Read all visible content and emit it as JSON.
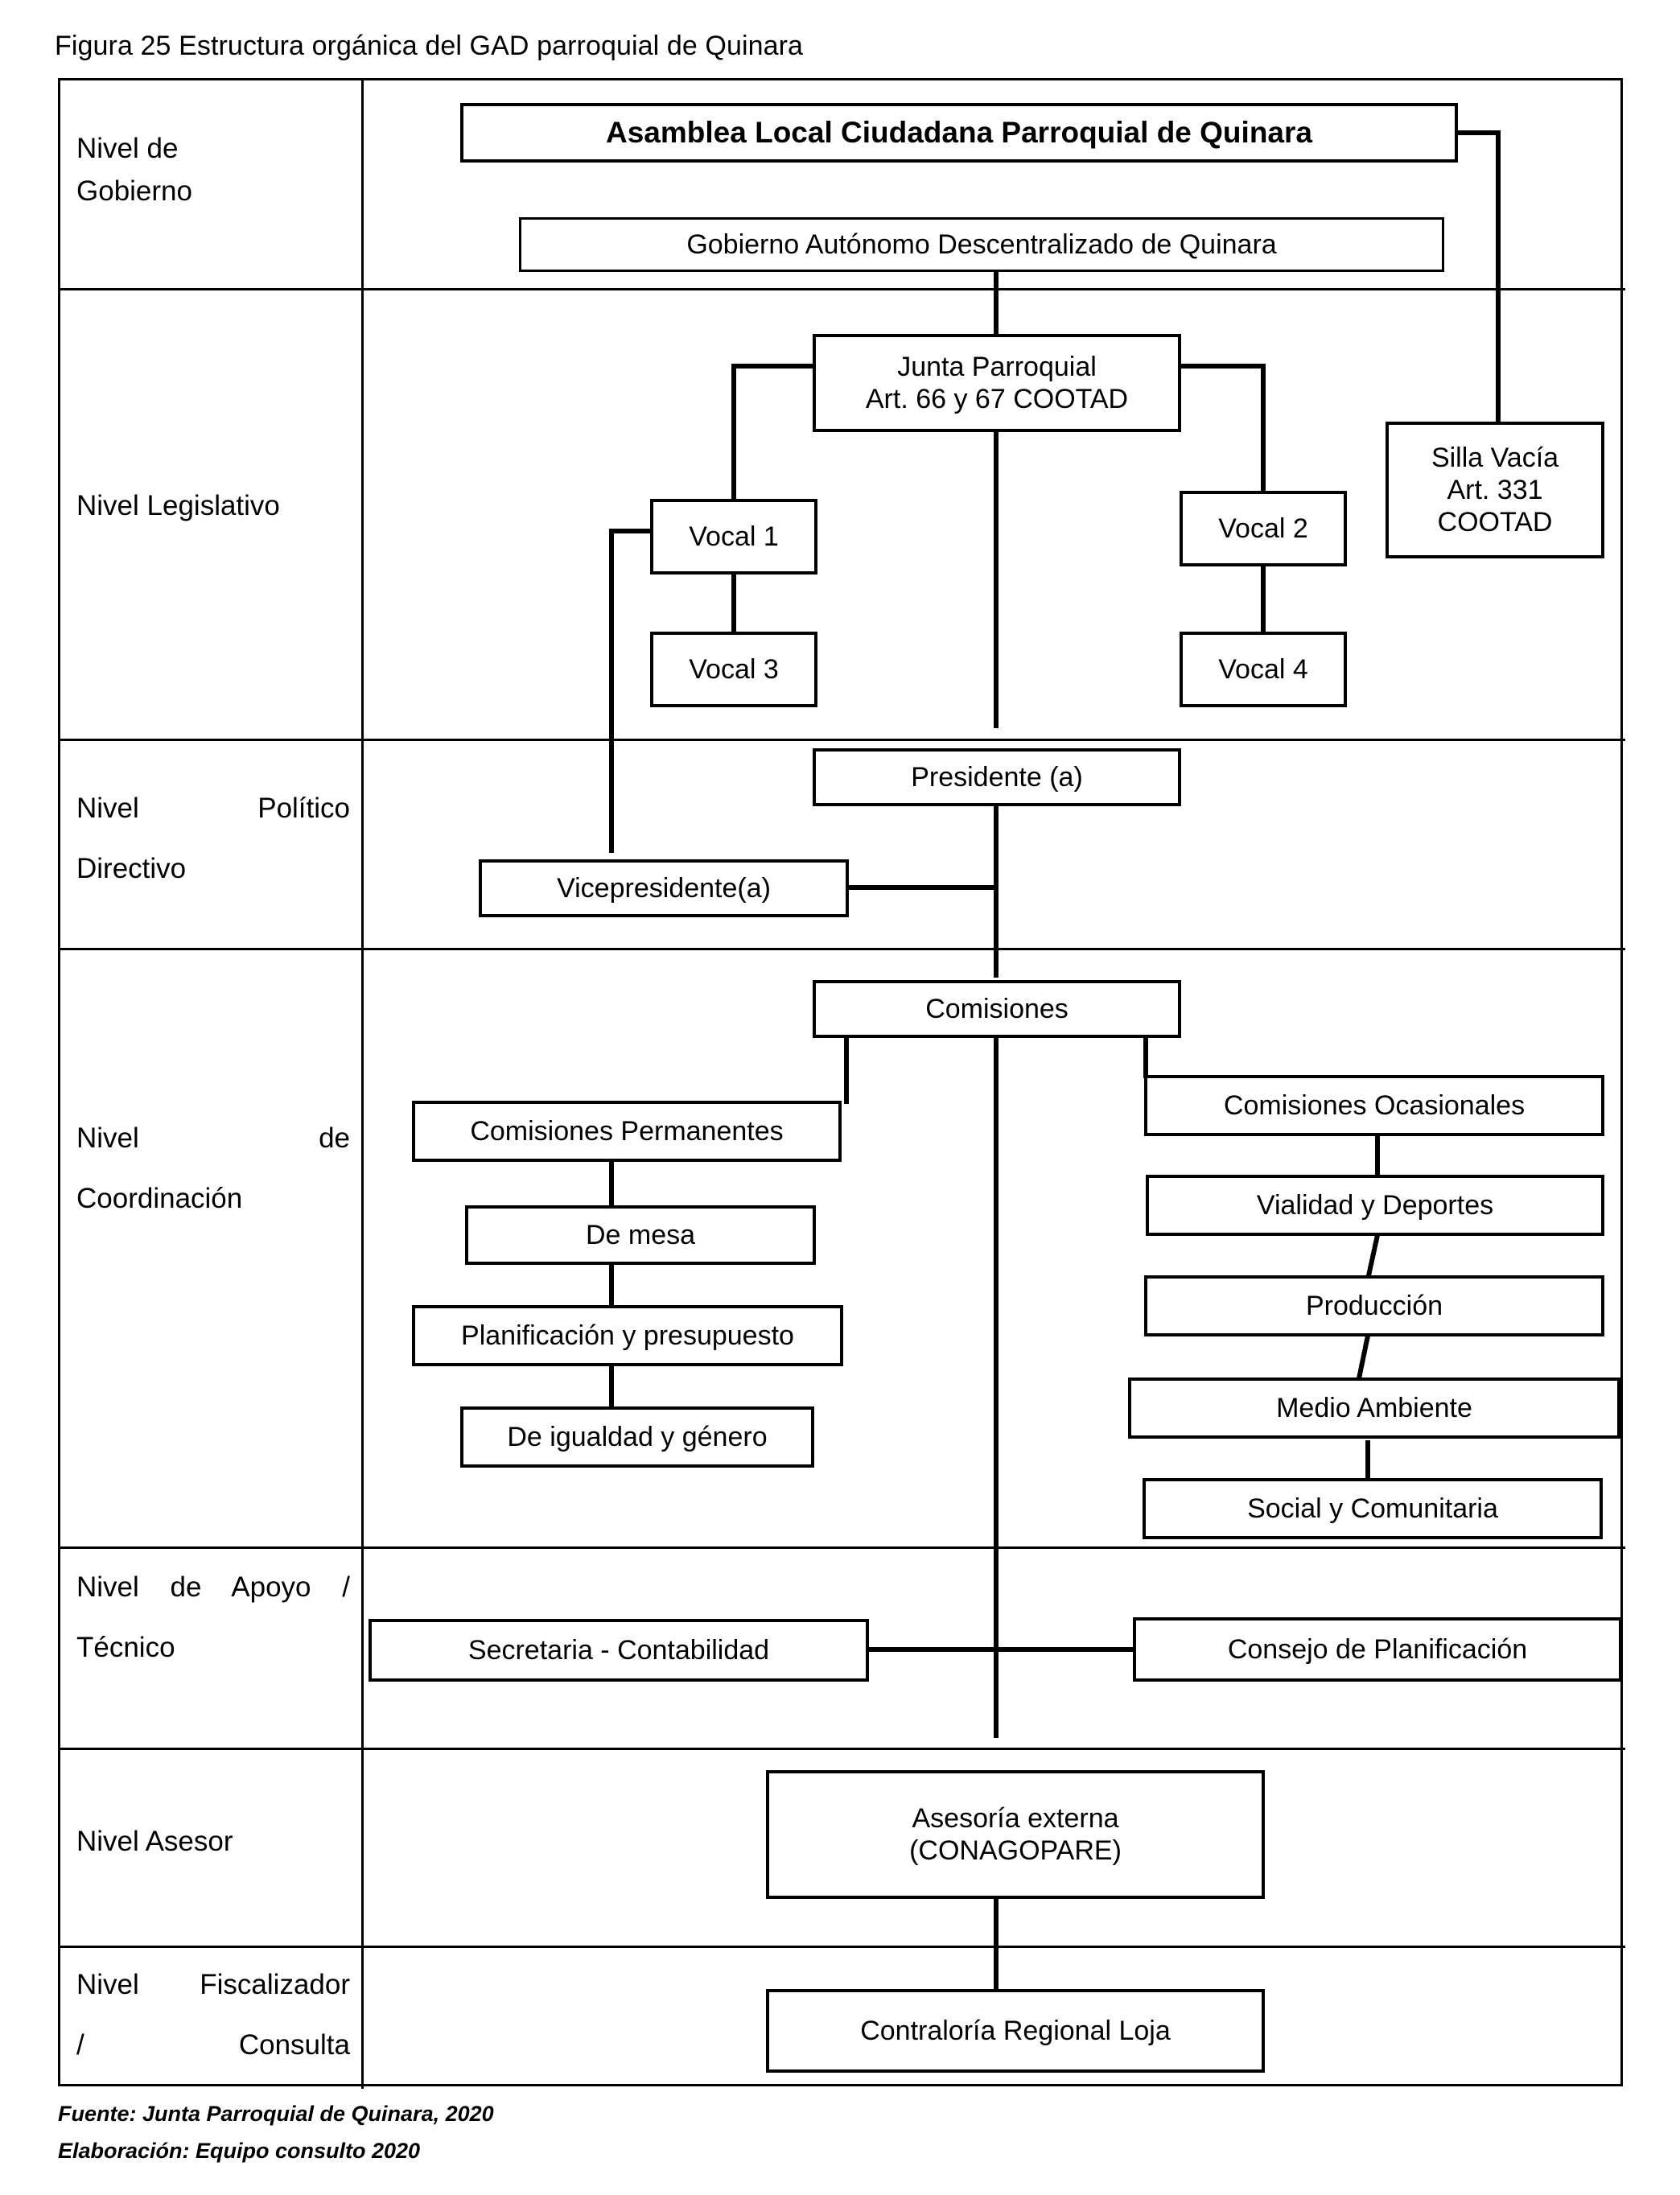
{
  "figure": {
    "caption": "Figura 25  Estructura orgánica del GAD parroquial de Quinara"
  },
  "levels": [
    {
      "id": "gobierno",
      "label_line1": "Nivel de",
      "label_line2": "Gobierno"
    },
    {
      "id": "legislativo",
      "label_line1": "Nivel Legislativo",
      "label_line2": ""
    },
    {
      "id": "politico",
      "label_line1": "Nivel      Político",
      "label_line2": "Directivo"
    },
    {
      "id": "coordinacion",
      "label_line1": "Nivel             de",
      "label_line2": "Coordinación"
    },
    {
      "id": "apoyo",
      "label_line1": "Nivel  de  Apoyo  /",
      "label_line2": "Técnico"
    },
    {
      "id": "asesor",
      "label_line1": "Nivel Asesor",
      "label_line2": ""
    },
    {
      "id": "fiscalizador",
      "label_line1": "Nivel  Fiscalizador",
      "label_line2": "/ Consulta"
    }
  ],
  "nodes": {
    "asamblea": "Asamblea Local Ciudadana Parroquial de Quinara",
    "gad": "Gobierno Autónomo Descentralizado de Quinara",
    "junta_line1": "Junta Parroquial",
    "junta_line2": "Art. 66 y 67 COOTAD",
    "silla_line1": "Silla Vacía",
    "silla_line2": "Art. 331",
    "silla_line3": "COOTAD",
    "vocal1": "Vocal 1",
    "vocal2": "Vocal 2",
    "vocal3": "Vocal 3",
    "vocal4": "Vocal 4",
    "presidente": "Presidente (a)",
    "vicepresidente": "Vicepresidente(a)",
    "comisiones": "Comisiones",
    "comisiones_permanentes": "Comisiones Permanentes",
    "de_mesa": "De mesa",
    "planificacion_presupuesto": "Planificación y presupuesto",
    "igualdad_genero": "De igualdad y  género",
    "comisiones_ocasionales": "Comisiones Ocasionales",
    "vialidad_deportes": "Vialidad y Deportes",
    "produccion": "Producción",
    "medio_ambiente": "Medio Ambiente",
    "social_comunitaria": "Social y Comunitaria",
    "secretaria_contabilidad": "Secretaria - Contabilidad",
    "consejo_planificacion": "Consejo de Planificación",
    "asesoria_line1": "Asesoría externa",
    "asesoria_line2": "(CONAGOPARE)",
    "contraloria": "Contraloría Regional Loja"
  },
  "footer": {
    "source": "Fuente: Junta Parroquial de Quinara, 2020",
    "elaboration": "Elaboración: Equipo consulto 2020"
  },
  "colors": {
    "line": "#000000",
    "background": "#ffffff"
  },
  "chart_data": {
    "type": "diagram",
    "title": "Figura 25  Estructura orgánica del GAD parroquial de Quinara",
    "orientation": "top-down organizational chart",
    "swimlanes": [
      "Nivel de Gobierno",
      "Nivel Legislativo",
      "Nivel Político Directivo",
      "Nivel de Coordinación",
      "Nivel de Apoyo / Técnico",
      "Nivel Asesor",
      "Nivel Fiscalizador / Consulta"
    ],
    "nodes": [
      {
        "id": "asamblea",
        "label": "Asamblea Local Ciudadana Parroquial de Quinara",
        "lane": "Nivel de Gobierno"
      },
      {
        "id": "gad",
        "label": "Gobierno Autónomo Descentralizado de Quinara",
        "lane": "Nivel de Gobierno"
      },
      {
        "id": "junta",
        "label": "Junta Parroquial Art. 66 y 67 COOTAD",
        "lane": "Nivel Legislativo"
      },
      {
        "id": "silla",
        "label": "Silla Vacía Art. 331 COOTAD",
        "lane": "Nivel Legislativo"
      },
      {
        "id": "vocal1",
        "label": "Vocal 1",
        "lane": "Nivel Legislativo"
      },
      {
        "id": "vocal2",
        "label": "Vocal 2",
        "lane": "Nivel Legislativo"
      },
      {
        "id": "vocal3",
        "label": "Vocal 3",
        "lane": "Nivel Legislativo"
      },
      {
        "id": "vocal4",
        "label": "Vocal 4",
        "lane": "Nivel Legislativo"
      },
      {
        "id": "presidente",
        "label": "Presidente (a)",
        "lane": "Nivel Político Directivo"
      },
      {
        "id": "vicepresidente",
        "label": "Vicepresidente(a)",
        "lane": "Nivel Político Directivo"
      },
      {
        "id": "comisiones",
        "label": "Comisiones",
        "lane": "Nivel de Coordinación"
      },
      {
        "id": "comisiones_permanentes",
        "label": "Comisiones Permanentes",
        "lane": "Nivel de Coordinación"
      },
      {
        "id": "de_mesa",
        "label": "De mesa",
        "lane": "Nivel de Coordinación"
      },
      {
        "id": "planificacion_presupuesto",
        "label": "Planificación y presupuesto",
        "lane": "Nivel de Coordinación"
      },
      {
        "id": "igualdad_genero",
        "label": "De igualdad y  género",
        "lane": "Nivel de Coordinación"
      },
      {
        "id": "comisiones_ocasionales",
        "label": "Comisiones Ocasionales",
        "lane": "Nivel de Coordinación"
      },
      {
        "id": "vialidad_deportes",
        "label": "Vialidad y Deportes",
        "lane": "Nivel de Coordinación"
      },
      {
        "id": "produccion",
        "label": "Producción",
        "lane": "Nivel de Coordinación"
      },
      {
        "id": "medio_ambiente",
        "label": "Medio Ambiente",
        "lane": "Nivel de Coordinación"
      },
      {
        "id": "social_comunitaria",
        "label": "Social y Comunitaria",
        "lane": "Nivel de Coordinación"
      },
      {
        "id": "secretaria_contabilidad",
        "label": "Secretaria - Contabilidad",
        "lane": "Nivel de Apoyo / Técnico"
      },
      {
        "id": "consejo_planificacion",
        "label": "Consejo de Planificación",
        "lane": "Nivel de Apoyo / Técnico"
      },
      {
        "id": "asesoria",
        "label": "Asesoría externa (CONAGOPARE)",
        "lane": "Nivel Asesor"
      },
      {
        "id": "contraloria",
        "label": "Contraloría Regional Loja",
        "lane": "Nivel Fiscalizador / Consulta"
      }
    ],
    "edges": [
      {
        "from": "asamblea",
        "to": "silla"
      },
      {
        "from": "gad",
        "to": "junta"
      },
      {
        "from": "junta",
        "to": "vocal1"
      },
      {
        "from": "junta",
        "to": "vocal2"
      },
      {
        "from": "vocal1",
        "to": "vocal3"
      },
      {
        "from": "vocal2",
        "to": "vocal4"
      },
      {
        "from": "junta",
        "to": "presidente"
      },
      {
        "from": "vocal1",
        "to": "vicepresidente"
      },
      {
        "from": "presidente",
        "to": "comisiones"
      },
      {
        "from": "comisiones",
        "to": "comisiones_permanentes"
      },
      {
        "from": "comisiones",
        "to": "comisiones_ocasionales"
      },
      {
        "from": "comisiones_permanentes",
        "to": "de_mesa"
      },
      {
        "from": "de_mesa",
        "to": "planificacion_presupuesto"
      },
      {
        "from": "planificacion_presupuesto",
        "to": "igualdad_genero"
      },
      {
        "from": "comisiones_ocasionales",
        "to": "vialidad_deportes"
      },
      {
        "from": "vialidad_deportes",
        "to": "produccion"
      },
      {
        "from": "produccion",
        "to": "medio_ambiente"
      },
      {
        "from": "medio_ambiente",
        "to": "social_comunitaria"
      },
      {
        "from": "comisiones",
        "to": "secretaria_contabilidad"
      },
      {
        "from": "comisiones",
        "to": "consejo_planificacion"
      },
      {
        "from": "secretaria_contabilidad",
        "to": "consejo_planificacion"
      },
      {
        "from": "consejo_planificacion",
        "to": "asesoria"
      },
      {
        "from": "asesoria",
        "to": "contraloria"
      }
    ],
    "source": "Fuente: Junta Parroquial de Quinara, 2020",
    "elaboration": "Elaboración: Equipo consulto 2020"
  }
}
